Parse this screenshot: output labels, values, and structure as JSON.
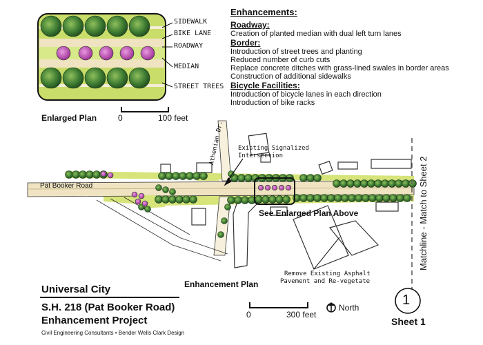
{
  "enhancements": {
    "title": "Enhancements:",
    "sections": [
      {
        "heading": "Roadway:",
        "items": [
          "Creation of planted median with dual left turn lanes"
        ]
      },
      {
        "heading": "Border:",
        "items": [
          "Introduction of street trees and planting",
          "Reduced number of curb cuts",
          "Replace concrete ditches with grass-lined swales in border areas",
          "Construction of additional sidewalks"
        ]
      },
      {
        "heading": "Bicycle Facilities:",
        "items": [
          "Introduction of bicycle lanes in each direction",
          "Introduction of bike racks"
        ]
      }
    ]
  },
  "enlarged_plan": {
    "title": "Enlarged Plan",
    "labels": {
      "sidewalk": "SIDEWALK",
      "bike_lane": "BIKE LANE",
      "roadway": "ROADWAY",
      "median": "MEDIAN",
      "street_trees": "STREET TREES"
    },
    "scale": {
      "start": "0",
      "end": "100 feet"
    }
  },
  "map_labels": {
    "road_main": "Pat Booker Road",
    "road_cross": "Athenian Dr.",
    "intersection": [
      "Existing Signalized",
      "Intersection"
    ],
    "see_enlarged": "See Enlarged Plan Above",
    "matchline": "Matchline - Match to Sheet 2",
    "remove_asphalt": [
      "Remove Existing Asphalt",
      "Pavement and Re-vegetate"
    ],
    "plan_title": "Enhancement Plan",
    "scale": {
      "start": "0",
      "end": "300 feet"
    },
    "north": "North"
  },
  "title_block": {
    "city": "Universal City",
    "project_line1": "S.H. 218 (Pat Booker Road)",
    "project_line2": "Enhancement Project",
    "credits": "Civil Engineering Consultants  •  Bender Wells Clark Design",
    "sheet_number": "1",
    "sheet_label": "Sheet 1"
  },
  "colors": {
    "tree": "#2f6b2c",
    "tree_light": "#5f9a3f",
    "grass": "#c9dd6a",
    "grass_light": "#e7efb0",
    "road": "#efe3c2",
    "bike_rack": "#b03aa8",
    "ink": "#111111"
  }
}
